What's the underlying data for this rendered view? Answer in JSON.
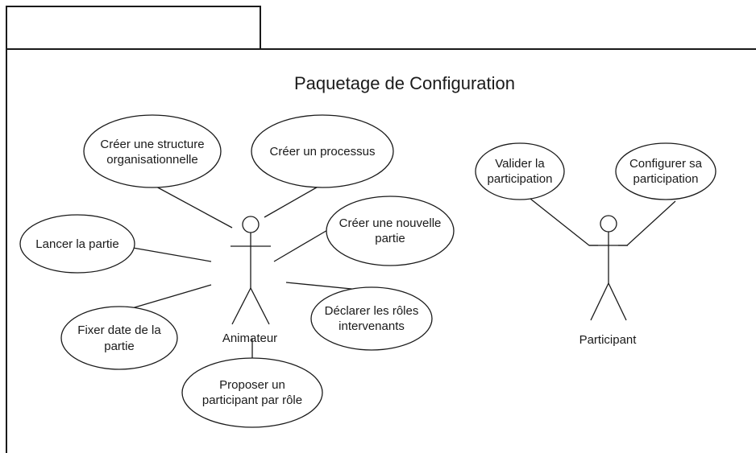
{
  "package": {
    "title": "Paquetage de Configuration"
  },
  "actors": {
    "animateur": "Animateur",
    "participant": "Participant"
  },
  "use_cases": {
    "creer_structure": [
      "Créer une structure",
      "organisationnelle"
    ],
    "creer_processus": [
      "Créer un processus"
    ],
    "creer_partie": [
      "Créer une nouvelle",
      "partie"
    ],
    "lancer_partie": [
      "Lancer la partie"
    ],
    "declarer_roles": [
      "Déclarer les rôles",
      "intervenants"
    ],
    "fixer_date": [
      "Fixer date de la",
      "partie"
    ],
    "proposer_participant": [
      "Proposer un",
      "participant par rôle"
    ],
    "valider_participation": [
      "Valider la",
      "participation"
    ],
    "configurer_participation": [
      "Configurer sa",
      "participation"
    ]
  }
}
